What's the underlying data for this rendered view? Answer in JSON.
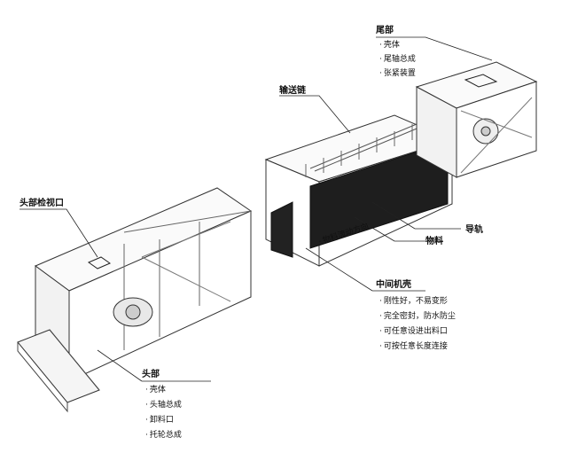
{
  "labels": {
    "tail": {
      "title": "尾部",
      "items": [
        "壳体",
        "尾轴总成",
        "张紧装置"
      ]
    },
    "chain": "输送链",
    "head_inspection": "头部检视口",
    "guide_rail": "导轨",
    "material": "物料",
    "flow_direction": "物料流动方向",
    "middle": {
      "title": "中间机壳",
      "items": [
        "刚性好，不易变形",
        "完全密封，防水防尘",
        "可任意设进出料口",
        "可按任意长度连接"
      ]
    },
    "head": {
      "title": "头部",
      "items": [
        "壳体",
        "头轴总成",
        "卸料口",
        "托轮总成"
      ]
    }
  }
}
